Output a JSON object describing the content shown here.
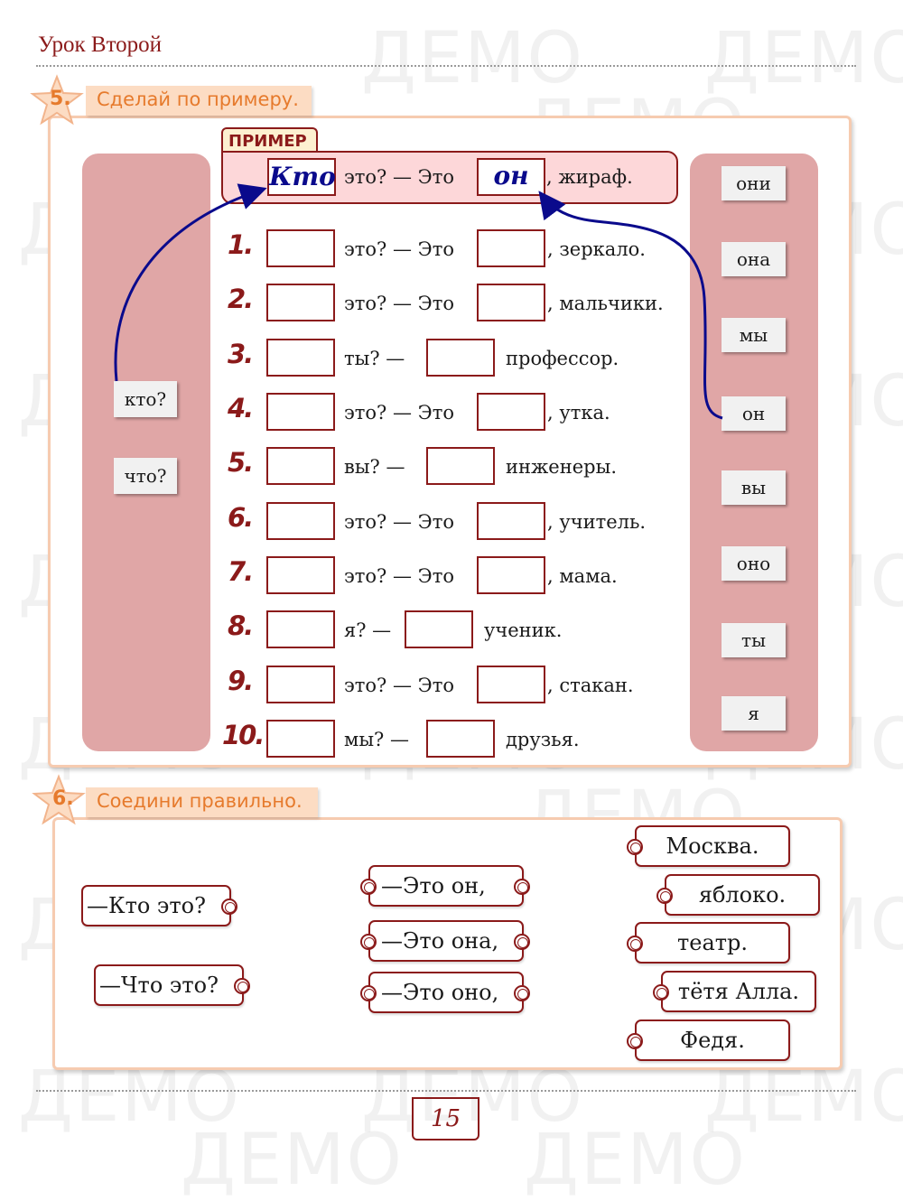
{
  "watermark": "ДЕМО",
  "header": {
    "lesson_title": "Урок Второй"
  },
  "exercise5": {
    "number": "5.",
    "instruction": "Сделай по примеру.",
    "example_label": "ПРИМЕР",
    "example": {
      "box1": "Кто",
      "middle": "это? — Это",
      "box2": "он",
      "end": ", жираф."
    },
    "left_words": [
      "кто?",
      "что?"
    ],
    "right_words": [
      "они",
      "она",
      "мы",
      "он",
      "вы",
      "оно",
      "ты",
      "я"
    ],
    "rows": [
      {
        "n": "1.",
        "middle": "это? — Это",
        "end": ", зеркало."
      },
      {
        "n": "2.",
        "middle": "это? — Это",
        "end": ", мальчики."
      },
      {
        "n": "3.",
        "middle": "ты? —",
        "end": "профессор."
      },
      {
        "n": "4.",
        "middle": "это? — Это",
        "end": ", утка."
      },
      {
        "n": "5.",
        "middle": "вы? —",
        "end": "инженеры."
      },
      {
        "n": "6.",
        "middle": "это? — Это",
        "end": ", учитель."
      },
      {
        "n": "7.",
        "middle": "это? — Это",
        "end": ", мама."
      },
      {
        "n": "8.",
        "middle": "я? —",
        "end": "ученик."
      },
      {
        "n": "9.",
        "middle": "это? — Это",
        "end": ", стакан."
      },
      {
        "n": "10.",
        "middle": "мы? —",
        "end": "друзья."
      }
    ]
  },
  "exercise6": {
    "number": "6.",
    "instruction": "Соедини правильно.",
    "questions": [
      "—Кто это?",
      "—Что это?"
    ],
    "answers": [
      "—Это он,",
      "—Это она,",
      "—Это оно,"
    ],
    "endings": [
      "Москва.",
      "яблоко.",
      "театр.",
      "тётя Алла.",
      "Федя."
    ]
  },
  "footer": {
    "page_number": "15"
  },
  "colors": {
    "accent": "#8b1a1a",
    "orange": "#e67a2c",
    "panel": "#e0a6a6",
    "arrow": "#0a0a8c"
  }
}
